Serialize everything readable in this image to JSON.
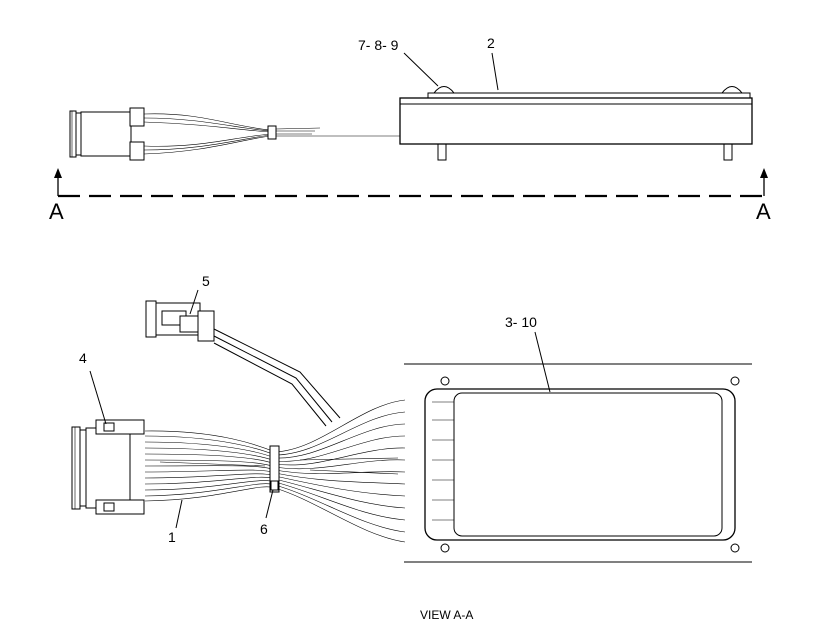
{
  "callouts": {
    "c789": "7- 8- 9",
    "c2": "2",
    "c5": "5",
    "c310": "3- 10",
    "c4": "4",
    "c1": "1",
    "c6": "6"
  },
  "section_marks": {
    "left": "A",
    "right": "A"
  },
  "view_title": "VIEW A-A"
}
